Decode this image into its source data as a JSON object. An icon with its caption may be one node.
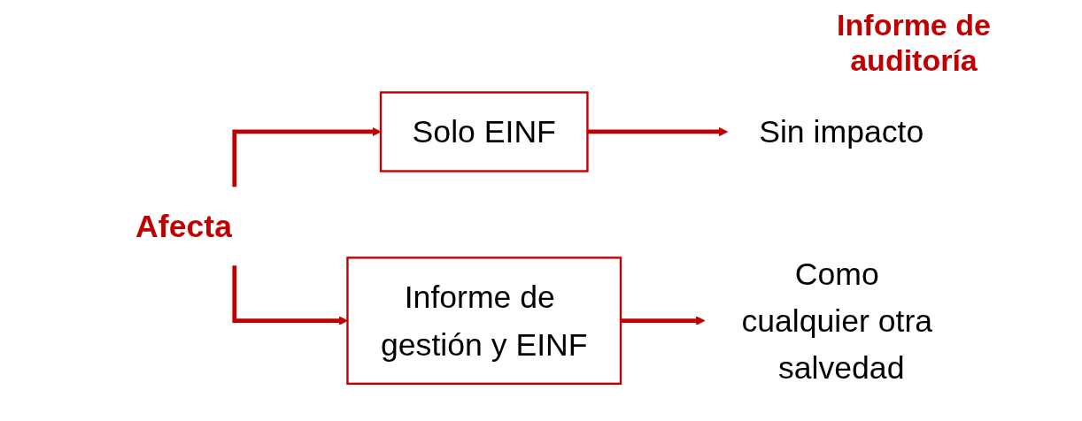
{
  "diagram": {
    "nodes": [
      {
        "text": [
          "Afecta"
        ]
      },
      {
        "text": [
          "Solo EINF"
        ]
      },
      {
        "text": [
          "Informe de gestión y EINF"
        ]
      },
      {
        "text": [
          "Sin impacto"
        ]
      },
      {
        "text": [
          "Como cualquier otra salvedad"
        ]
      }
    ],
    "edges": [
      {
        "from": 0,
        "to": 1,
        "arrow": "to"
      },
      {
        "from": 0,
        "to": 2,
        "arrow": "to"
      },
      {
        "from": 1,
        "to": 3,
        "arrow": "to"
      },
      {
        "from": 2,
        "to": 4,
        "arrow": "to"
      }
    ],
    "labels": [
      "Informe de auditoría"
    ]
  }
}
